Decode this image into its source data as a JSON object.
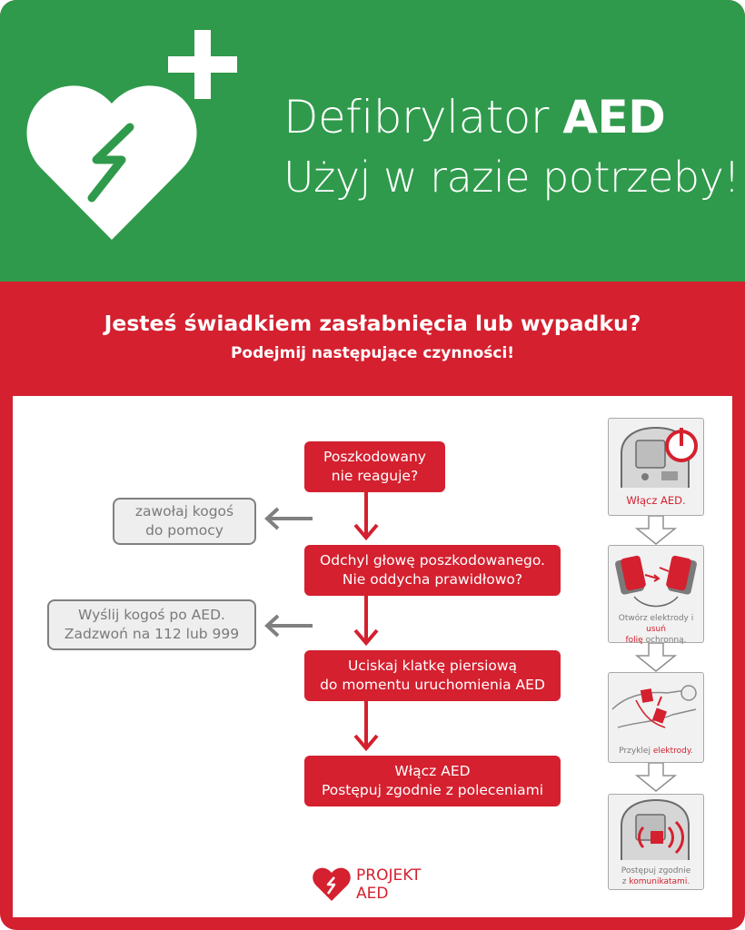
{
  "header": {
    "title_word": "Defibrylator",
    "title_brand": "AED",
    "subtitle": "Użyj w razie potrzeby!"
  },
  "prompt": {
    "question": "Jesteś świadkiem zasłabnięcia lub wypadku?",
    "instruction": "Podejmij następujące czynności!"
  },
  "flow": {
    "step1": [
      "Poszkodowany",
      "nie reaguje?"
    ],
    "step2": [
      "Odchyl głowę poszkodowanego.",
      "Nie oddycha prawidłowo?"
    ],
    "step3": [
      "Uciskaj klatkę piersiową",
      "do momentu uruchomienia AED"
    ],
    "step4": [
      "Włącz AED",
      "Postępuj zgodnie z poleceniami"
    ],
    "side1": [
      "zawołaj kogoś",
      "do pomocy"
    ],
    "side2": [
      "Wyślij kogoś po AED.",
      "Zadzwoń na 112 lub 999"
    ]
  },
  "device_steps": [
    {
      "caption": [
        "Włącz AED."
      ]
    },
    {
      "caption_parts": [
        "Otwórz elektrody i ",
        "usuń",
        " ",
        "folię",
        " ochronną."
      ]
    },
    {
      "caption_parts": [
        "Przyklej ",
        "elektrody",
        "."
      ]
    },
    {
      "caption_parts": [
        "Postępuj zgodnie",
        "z ",
        "komunikatami",
        "."
      ]
    }
  ],
  "logo": {
    "line1": "PROJEKT",
    "line2": "AED"
  },
  "colors": {
    "green": "#2f9a4b",
    "red": "#d4202f",
    "gray": "#808080"
  }
}
